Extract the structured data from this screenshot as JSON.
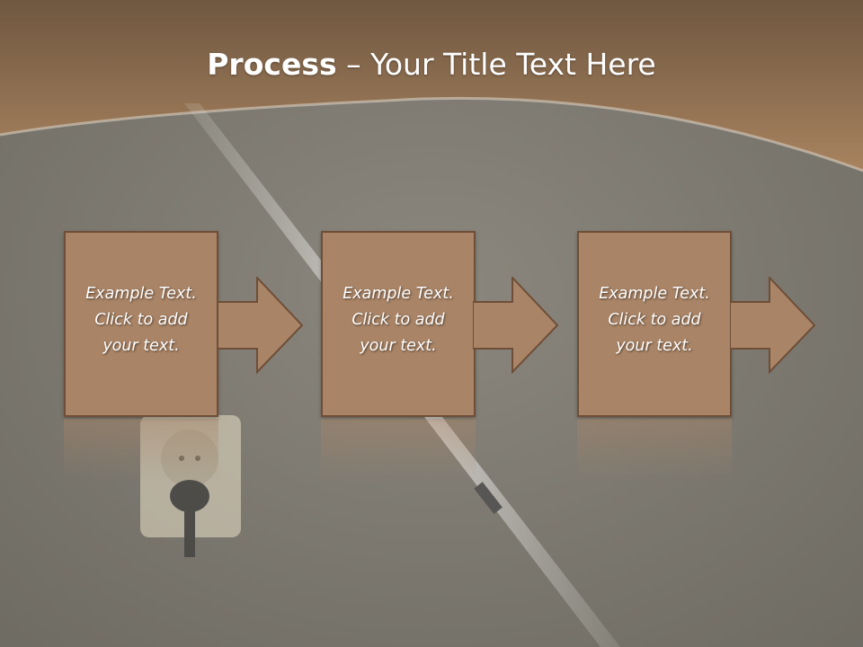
{
  "slide": {
    "title_bold": "Process",
    "title_rest": " – Your Title Text Here",
    "steps": [
      {
        "text": "Example Text.\nClick  to add\nyour text."
      },
      {
        "text": "Example Text.\nClick  to add\nyour text."
      },
      {
        "text": "Example Text.\nClick  to add\nyour text."
      }
    ]
  },
  "colors": {
    "header_brown": "#8c6a4e",
    "box_fill": "#a98466",
    "box_border": "#6e4e37",
    "background_gray": "#7f7b73",
    "text": "#ffffff"
  }
}
